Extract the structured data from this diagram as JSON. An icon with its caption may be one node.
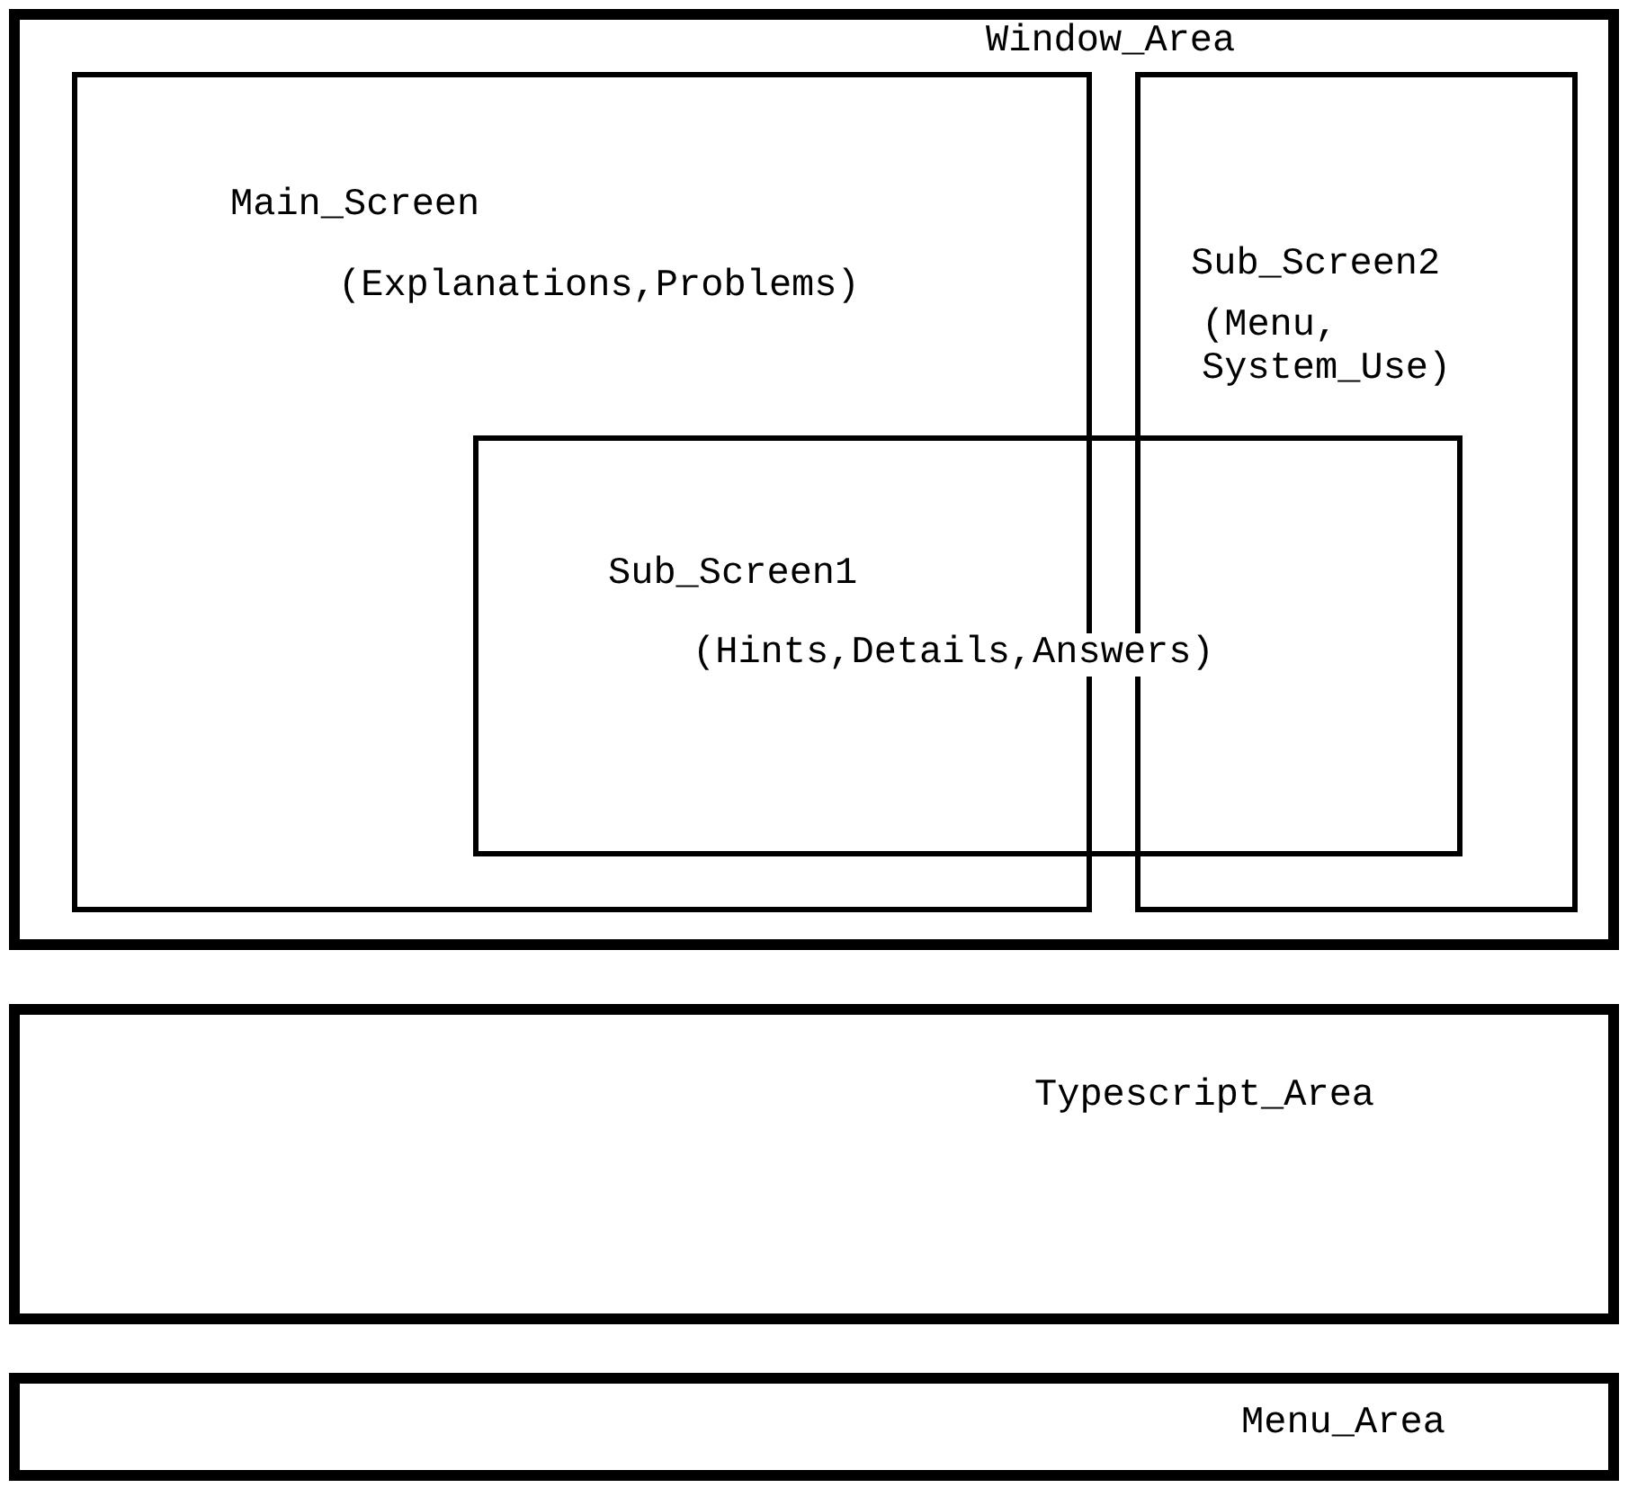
{
  "diagram": {
    "nodes": [
      {
        "text": [
          "Window_Area"
        ]
      },
      {
        "text": [
          "Main_Screen",
          "(Explanations,Problems)"
        ],
        "in": 0
      },
      {
        "text": [
          "Sub_Screen2",
          "(Menu, System_Use)"
        ],
        "in": 0
      },
      {
        "text": [
          "Sub_Screen1",
          "(Hints,Details,Answers)"
        ],
        "in": 0
      },
      {
        "text": [
          "Typescript_Area"
        ]
      },
      {
        "text": [
          "Menu_Area"
        ]
      }
    ]
  }
}
